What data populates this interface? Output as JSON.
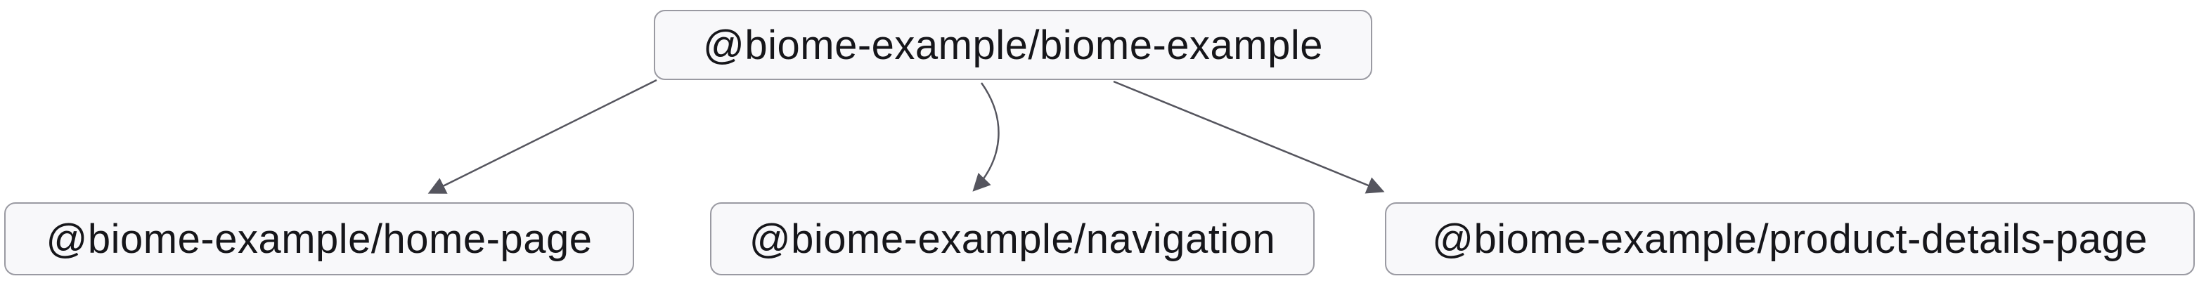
{
  "diagram": {
    "type": "dependency-graph",
    "nodes": [
      {
        "id": "biome-example",
        "label": "@biome-example/biome-example"
      },
      {
        "id": "home-page",
        "label": "@biome-example/home-page"
      },
      {
        "id": "navigation",
        "label": "@biome-example/navigation"
      },
      {
        "id": "product-details-page",
        "label": "@biome-example/product-details-page"
      }
    ],
    "edges": [
      {
        "from": "biome-example",
        "to": "home-page"
      },
      {
        "from": "biome-example",
        "to": "navigation"
      },
      {
        "from": "biome-example",
        "to": "product-details-page"
      }
    ],
    "colors": {
      "node_bg": "#f8f8fa",
      "node_border": "#9a9aa2",
      "node_text": "#16161a",
      "edge": "#55555e"
    }
  }
}
